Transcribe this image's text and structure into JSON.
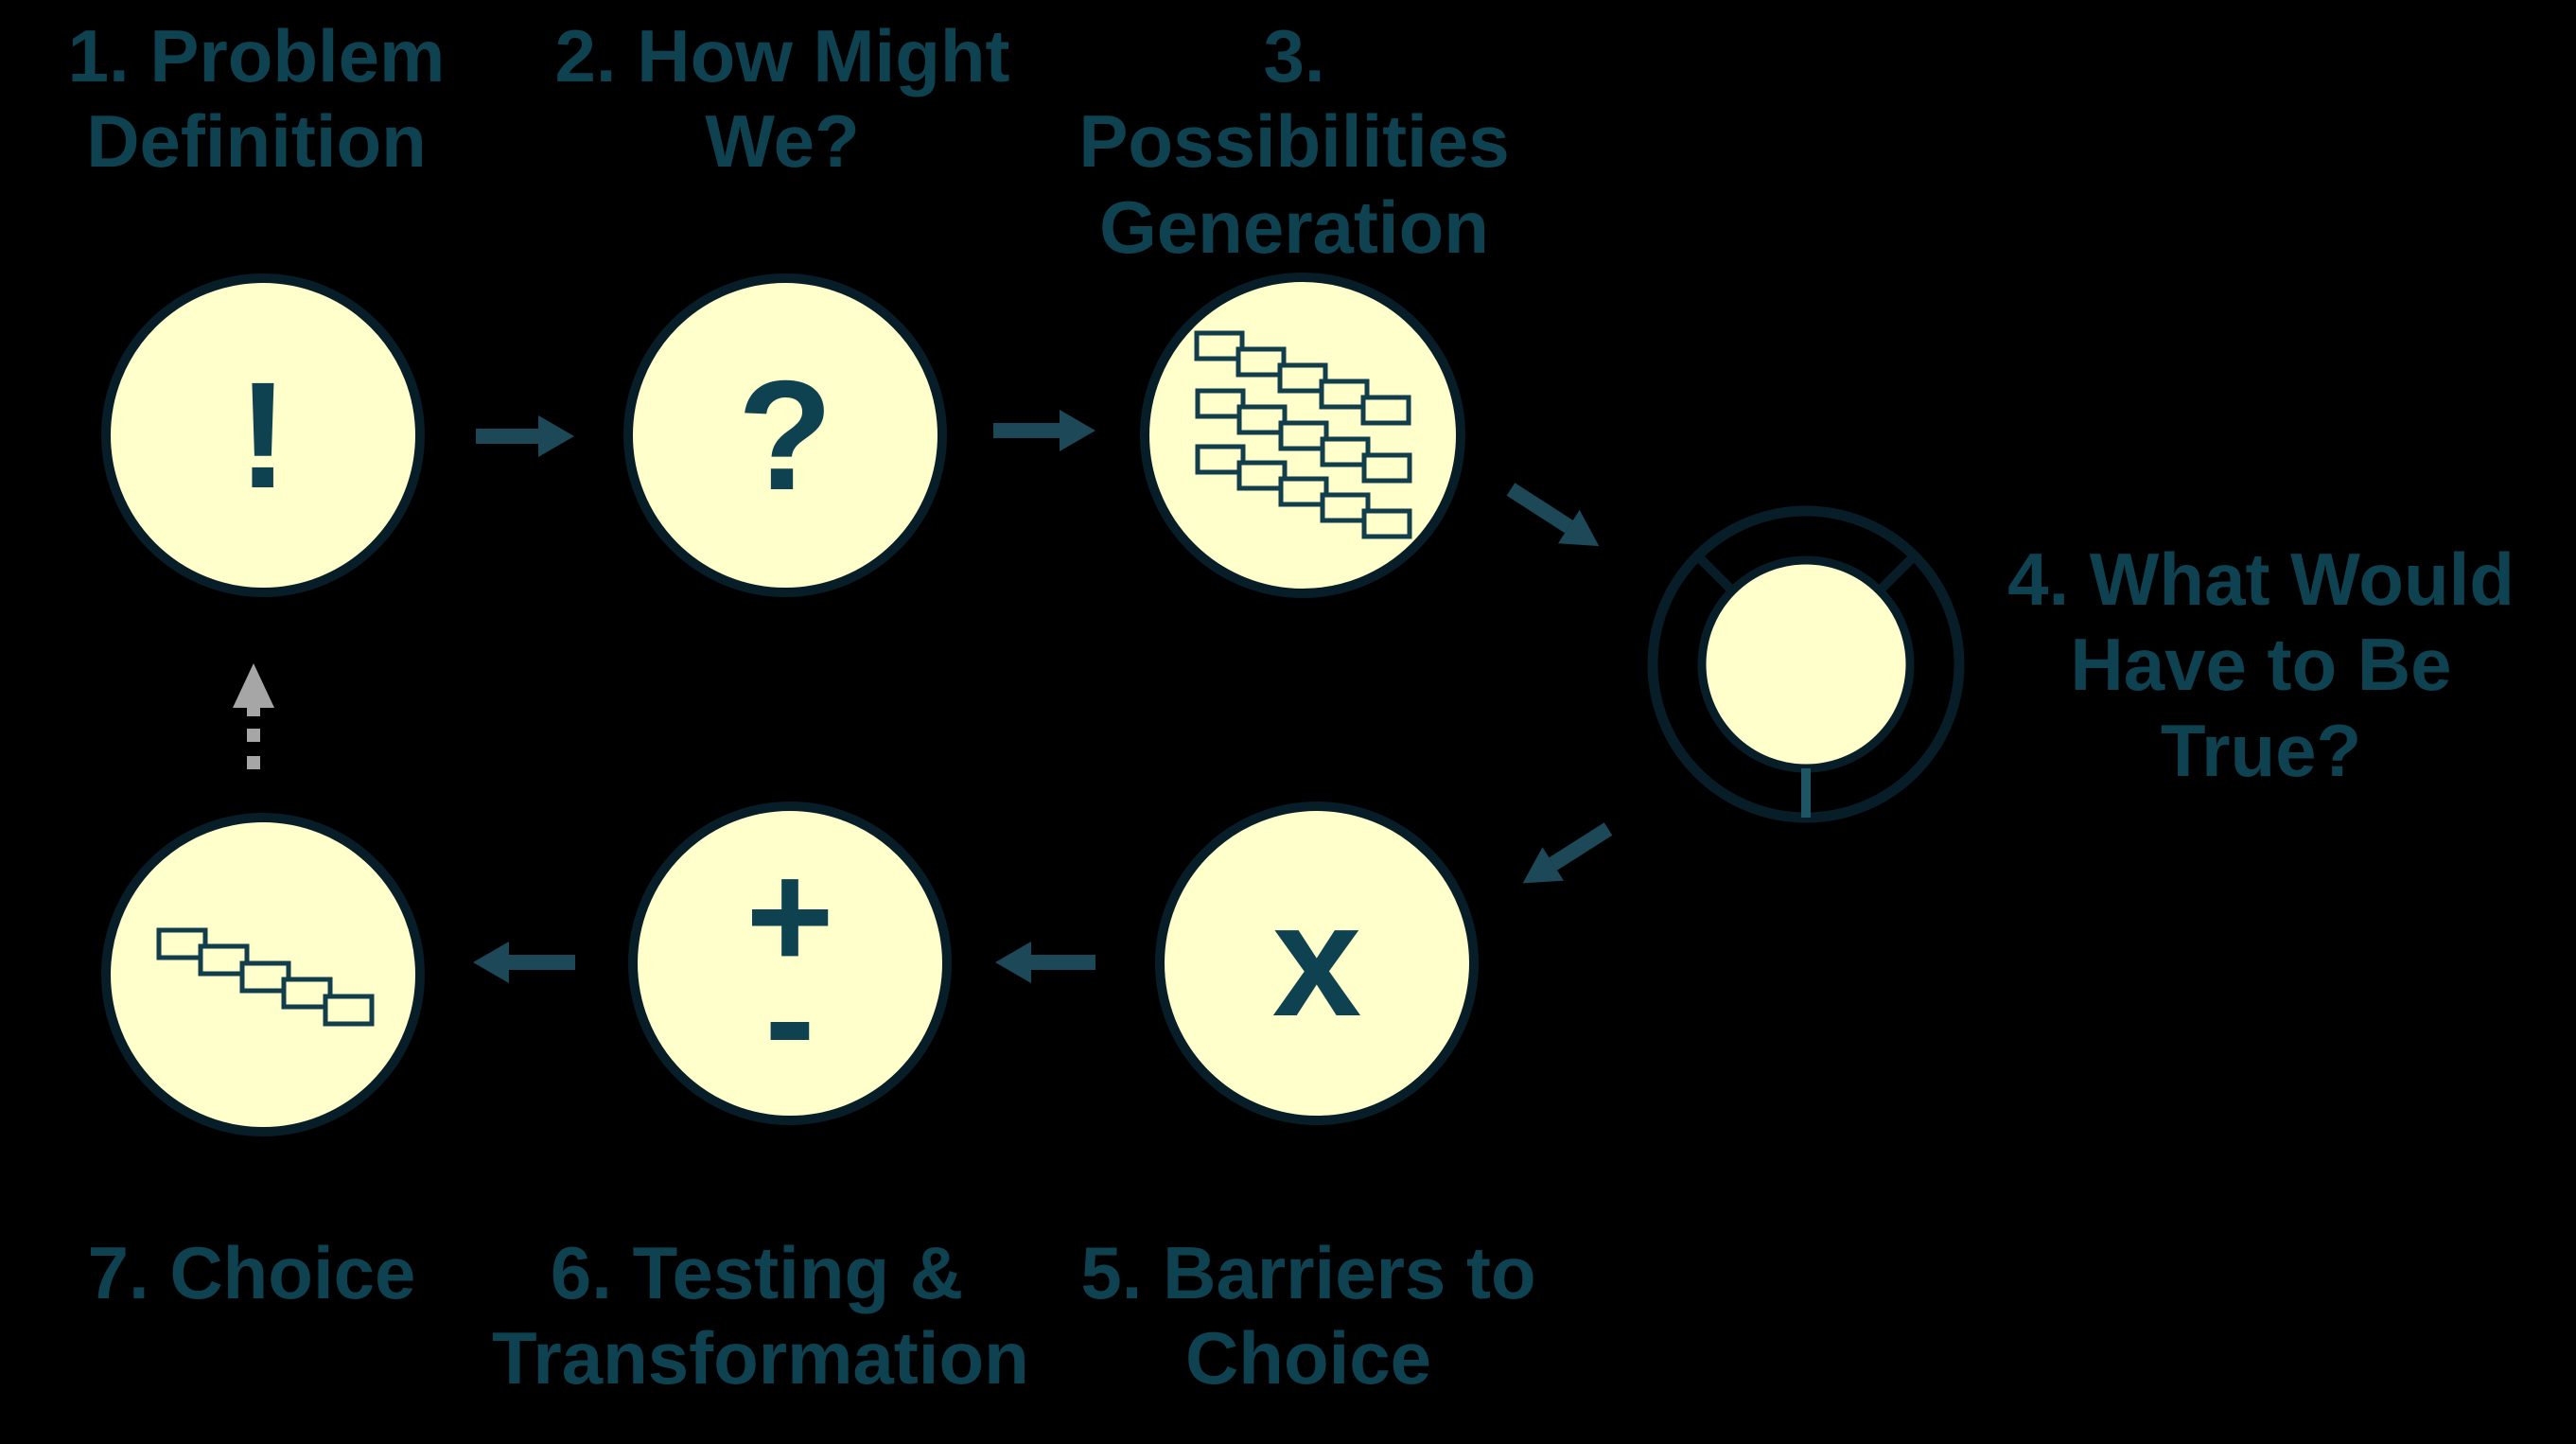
{
  "diagram": {
    "name": "seven-step choice process flow",
    "steps": [
      {
        "number": "1",
        "label": "1. Problem\nDefinition",
        "icon": "exclamation-icon"
      },
      {
        "number": "2",
        "label": "2. How Might\nWe?",
        "icon": "question-icon"
      },
      {
        "number": "3",
        "label": "3. Possibilities\nGeneration",
        "icon": "sticky-notes-icon"
      },
      {
        "number": "4",
        "label": "4. What Would\nHave to Be\nTrue?",
        "icon": "wheel-icon"
      },
      {
        "number": "5",
        "label": "5. Barriers to\nChoice",
        "icon": "x-icon"
      },
      {
        "number": "6",
        "label": "6. Testing &\nTransformation",
        "icon": "plus-minus-icon"
      },
      {
        "number": "7",
        "label": "7. Choice",
        "icon": "cascade-icon"
      }
    ],
    "glyphs": {
      "exclamation": "!",
      "question": "?",
      "cross": "x",
      "plus": "+",
      "minus": "-"
    }
  },
  "colors": {
    "background": "#000000",
    "circle_fill": "#FFFFCC",
    "circle_border": "#071D28",
    "text": "#0F4251",
    "arrow": "#1C4857",
    "dashed_arrow": "#A6A6A6",
    "wheel_spoke": "#1E5565",
    "note_outline": "#123D4B"
  }
}
